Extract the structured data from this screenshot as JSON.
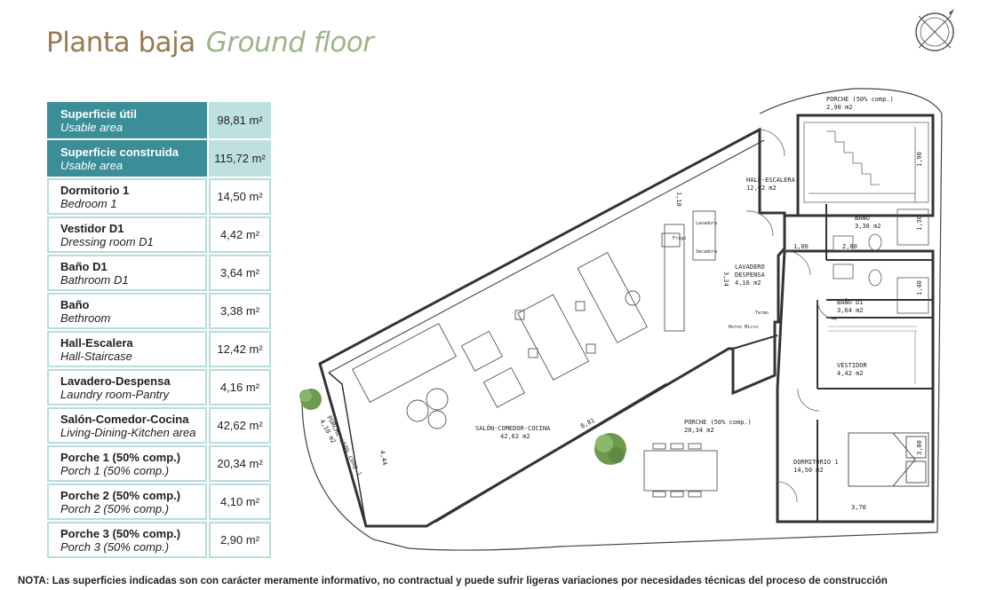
{
  "title": {
    "es": "Planta baja",
    "en": "Ground floor"
  },
  "areas": [
    {
      "name": "Superficie útil",
      "sub": "Usable area",
      "value": "98,81 m²",
      "highlight": true
    },
    {
      "name": "Superficie construida",
      "sub": "Usable area",
      "value": "115,72 m²",
      "highlight": true
    },
    {
      "name": "Dormitorio 1",
      "sub": "Bedroom 1",
      "value": "14,50 m²"
    },
    {
      "name": "Vestidor D1",
      "sub": "Dressing room D1",
      "value": "4,42 m²"
    },
    {
      "name": "Baño D1",
      "sub": "Bathroom D1",
      "value": "3,64 m²"
    },
    {
      "name": "Baño",
      "sub": "Bethroom",
      "value": "3,38 m²"
    },
    {
      "name": "Hall-Escalera",
      "sub": "Hall-Staircase",
      "value": "12,42 m²"
    },
    {
      "name": "Lavadero-Despensa",
      "sub": "Laundry room-Pantry",
      "value": "4,16 m²"
    },
    {
      "name": "Salón-Comedor-Cocina",
      "sub": "Living-Dining-Kitchen area",
      "value": "42,62 m²"
    },
    {
      "name": "Porche 1 (50% comp.)",
      "sub": "Porch 1 (50% comp.)",
      "value": "20,34 m²"
    },
    {
      "name": "Porche 2 (50% comp.)",
      "sub": "Porch 2 (50% comp.)",
      "value": "4,10 m²"
    },
    {
      "name": "Porche 3 (50% comp.)",
      "sub": "Porch 3 (50% comp.)",
      "value": "2,90 m²"
    }
  ],
  "plan": {
    "porche_top": {
      "name": "PORCHE (50% comp.)",
      "area": "2,90 m2"
    },
    "hall": {
      "name": "HALL-ESCALERA",
      "area": "12,42 m2"
    },
    "bano": {
      "name": "BAÑO",
      "area": "3,38 m2"
    },
    "lavadero": {
      "name": "LAVADERO",
      "name2": "DESPENSA",
      "area": "4,16 m2"
    },
    "bano_d1": {
      "name": "BAÑO D1",
      "area": "3,64 m2"
    },
    "vestidor": {
      "name": "VESTIDOR",
      "area": "4,42 m2"
    },
    "salon": {
      "name": "SALÓN-COMEDOR-COCINA",
      "area": "42,62 m2"
    },
    "porche_mid": {
      "name": "PORCHE (50% comp.)",
      "area": "20,34 m2"
    },
    "porche_left": {
      "name": "PORCHE (50% comp.)",
      "area": "4,10 m2"
    },
    "dormitorio": {
      "name": "DORMITORIO 1",
      "area": "14,50 m2"
    },
    "dims": {
      "d1": "1,00",
      "d2": "2,80",
      "d3": "3,70",
      "d4": "1,90",
      "d5": "1,30",
      "d6": "1,40",
      "d7": "3,00",
      "d8": "4,44",
      "d9": "8,81",
      "d10": "1,10",
      "d11": "3,24"
    },
    "appliances": {
      "fridge": "Frigo",
      "washer": "Lavadora",
      "dryer": "Secadora",
      "heater": "Termo",
      "oven": "Horno Micro"
    }
  },
  "note": "NOTA: Las superficies indicadas son con carácter meramente informativo, no contractual y puede sufrir ligeras variaciones por necesidades técnicas del proceso de construcción"
}
